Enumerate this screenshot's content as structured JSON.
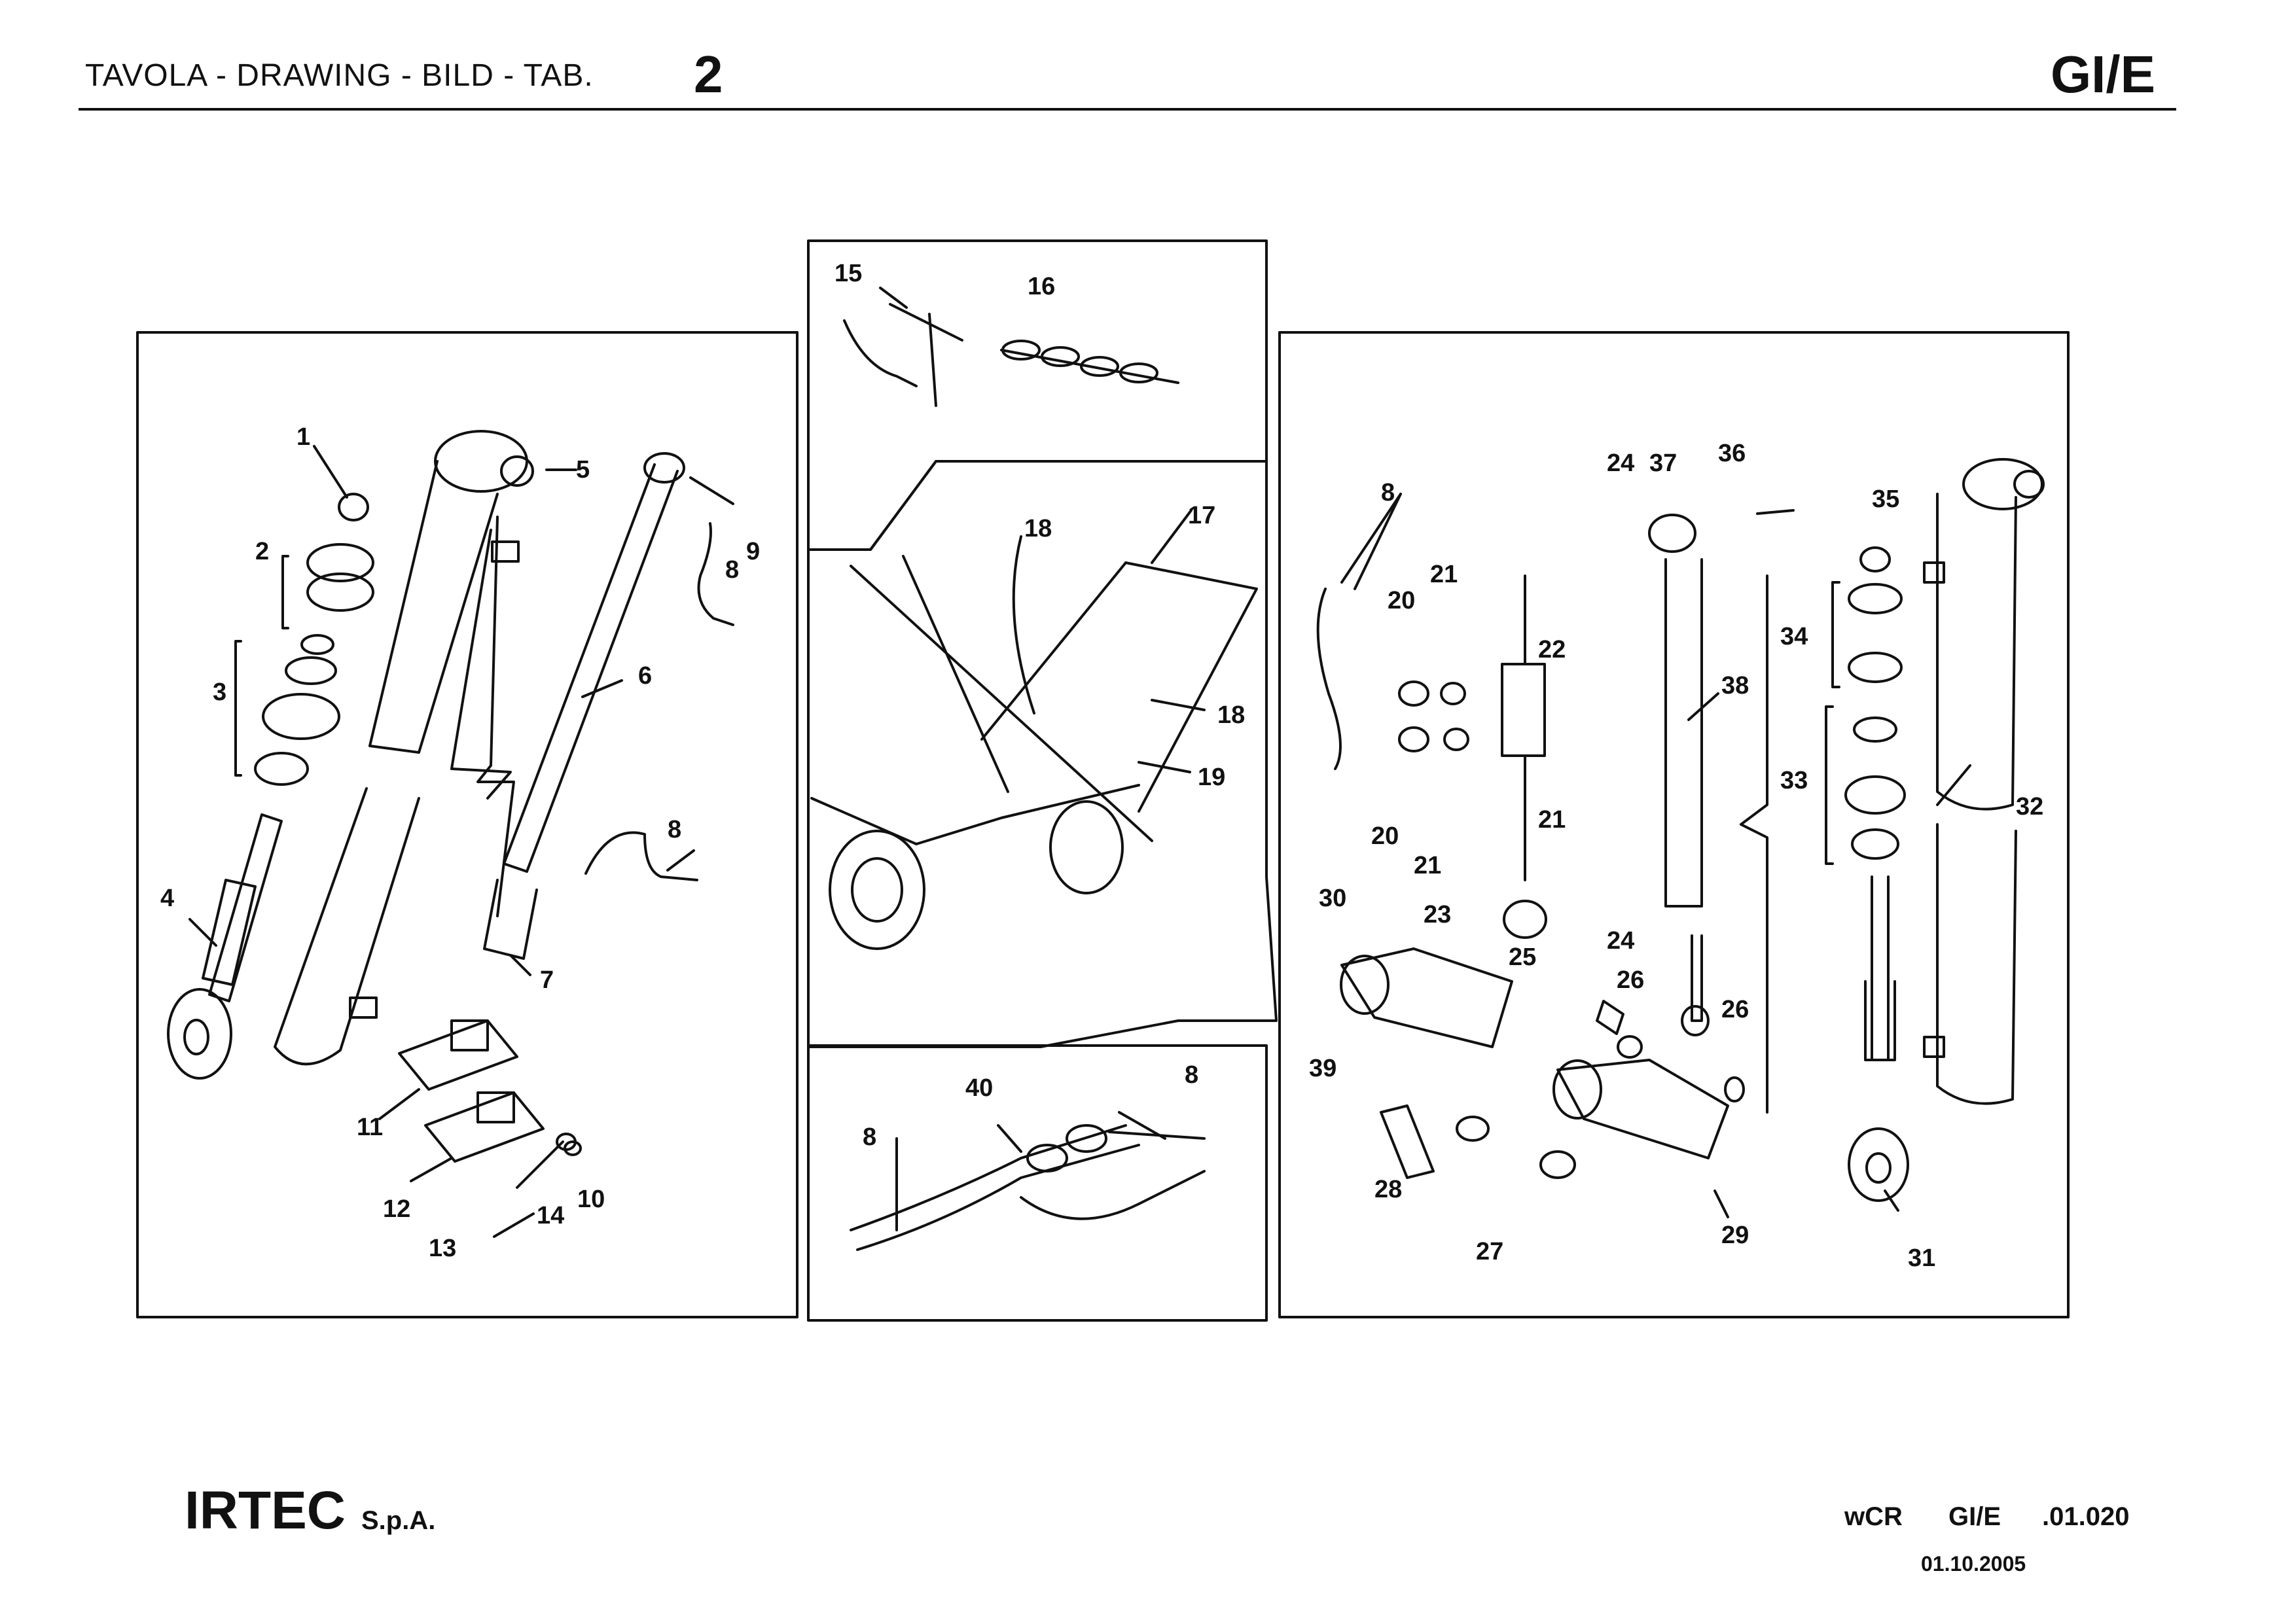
{
  "header": {
    "title": "TAVOLA - DRAWING - BILD - TAB.",
    "table_number": "2",
    "group_code": "GI/E"
  },
  "footer": {
    "brand": "IRTEC",
    "brand_suffix": "S.p.A.",
    "ref_model": "wCR",
    "ref_group": "GI/E",
    "ref_number": ".01.020",
    "date": "01.10.2005"
  },
  "callouts": {
    "left": [
      "1",
      "2",
      "3",
      "4",
      "5",
      "6",
      "7",
      "8",
      "9",
      "10",
      "11",
      "12",
      "13",
      "14",
      "8"
    ],
    "top": [
      "15",
      "16"
    ],
    "center": [
      "17",
      "18",
      "18",
      "19"
    ],
    "bottom": [
      "40",
      "8",
      "8"
    ],
    "right": [
      "8",
      "24",
      "37",
      "36",
      "35",
      "21",
      "20",
      "22",
      "38",
      "34",
      "21",
      "20",
      "33",
      "32",
      "21",
      "30",
      "23",
      "24",
      "25",
      "26",
      "26",
      "39",
      "28",
      "27",
      "29",
      "31"
    ]
  }
}
